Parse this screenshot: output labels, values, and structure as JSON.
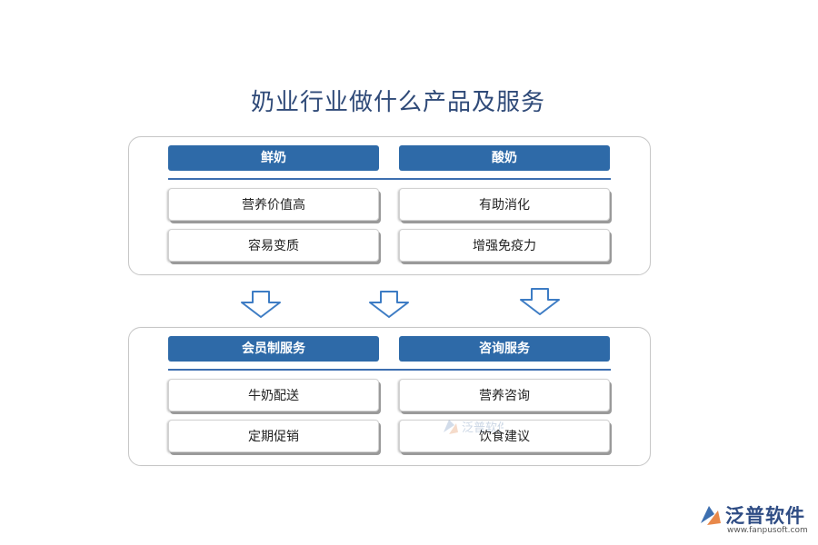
{
  "title": "奶业行业做什么产品及服务",
  "top_panel": {
    "left": {
      "header": "鲜奶",
      "items": [
        "营养价值高",
        "容易变质"
      ]
    },
    "right": {
      "header": "酸奶",
      "items": [
        "有助消化",
        "增强免疫力"
      ]
    }
  },
  "bottom_panel": {
    "left": {
      "header": "会员制服务",
      "items": [
        "牛奶配送",
        "定期促销"
      ]
    },
    "right": {
      "header": "咨询服务",
      "items": [
        "营养咨询",
        "饮食建议"
      ]
    }
  },
  "watermark": {
    "text": "泛普软件"
  },
  "brand": {
    "name": "泛普软件",
    "url": "www.fanpusoft.com"
  },
  "colors": {
    "header": "#2e6aa8",
    "title": "#2f4a78",
    "arrow": "#3d7cc4"
  }
}
